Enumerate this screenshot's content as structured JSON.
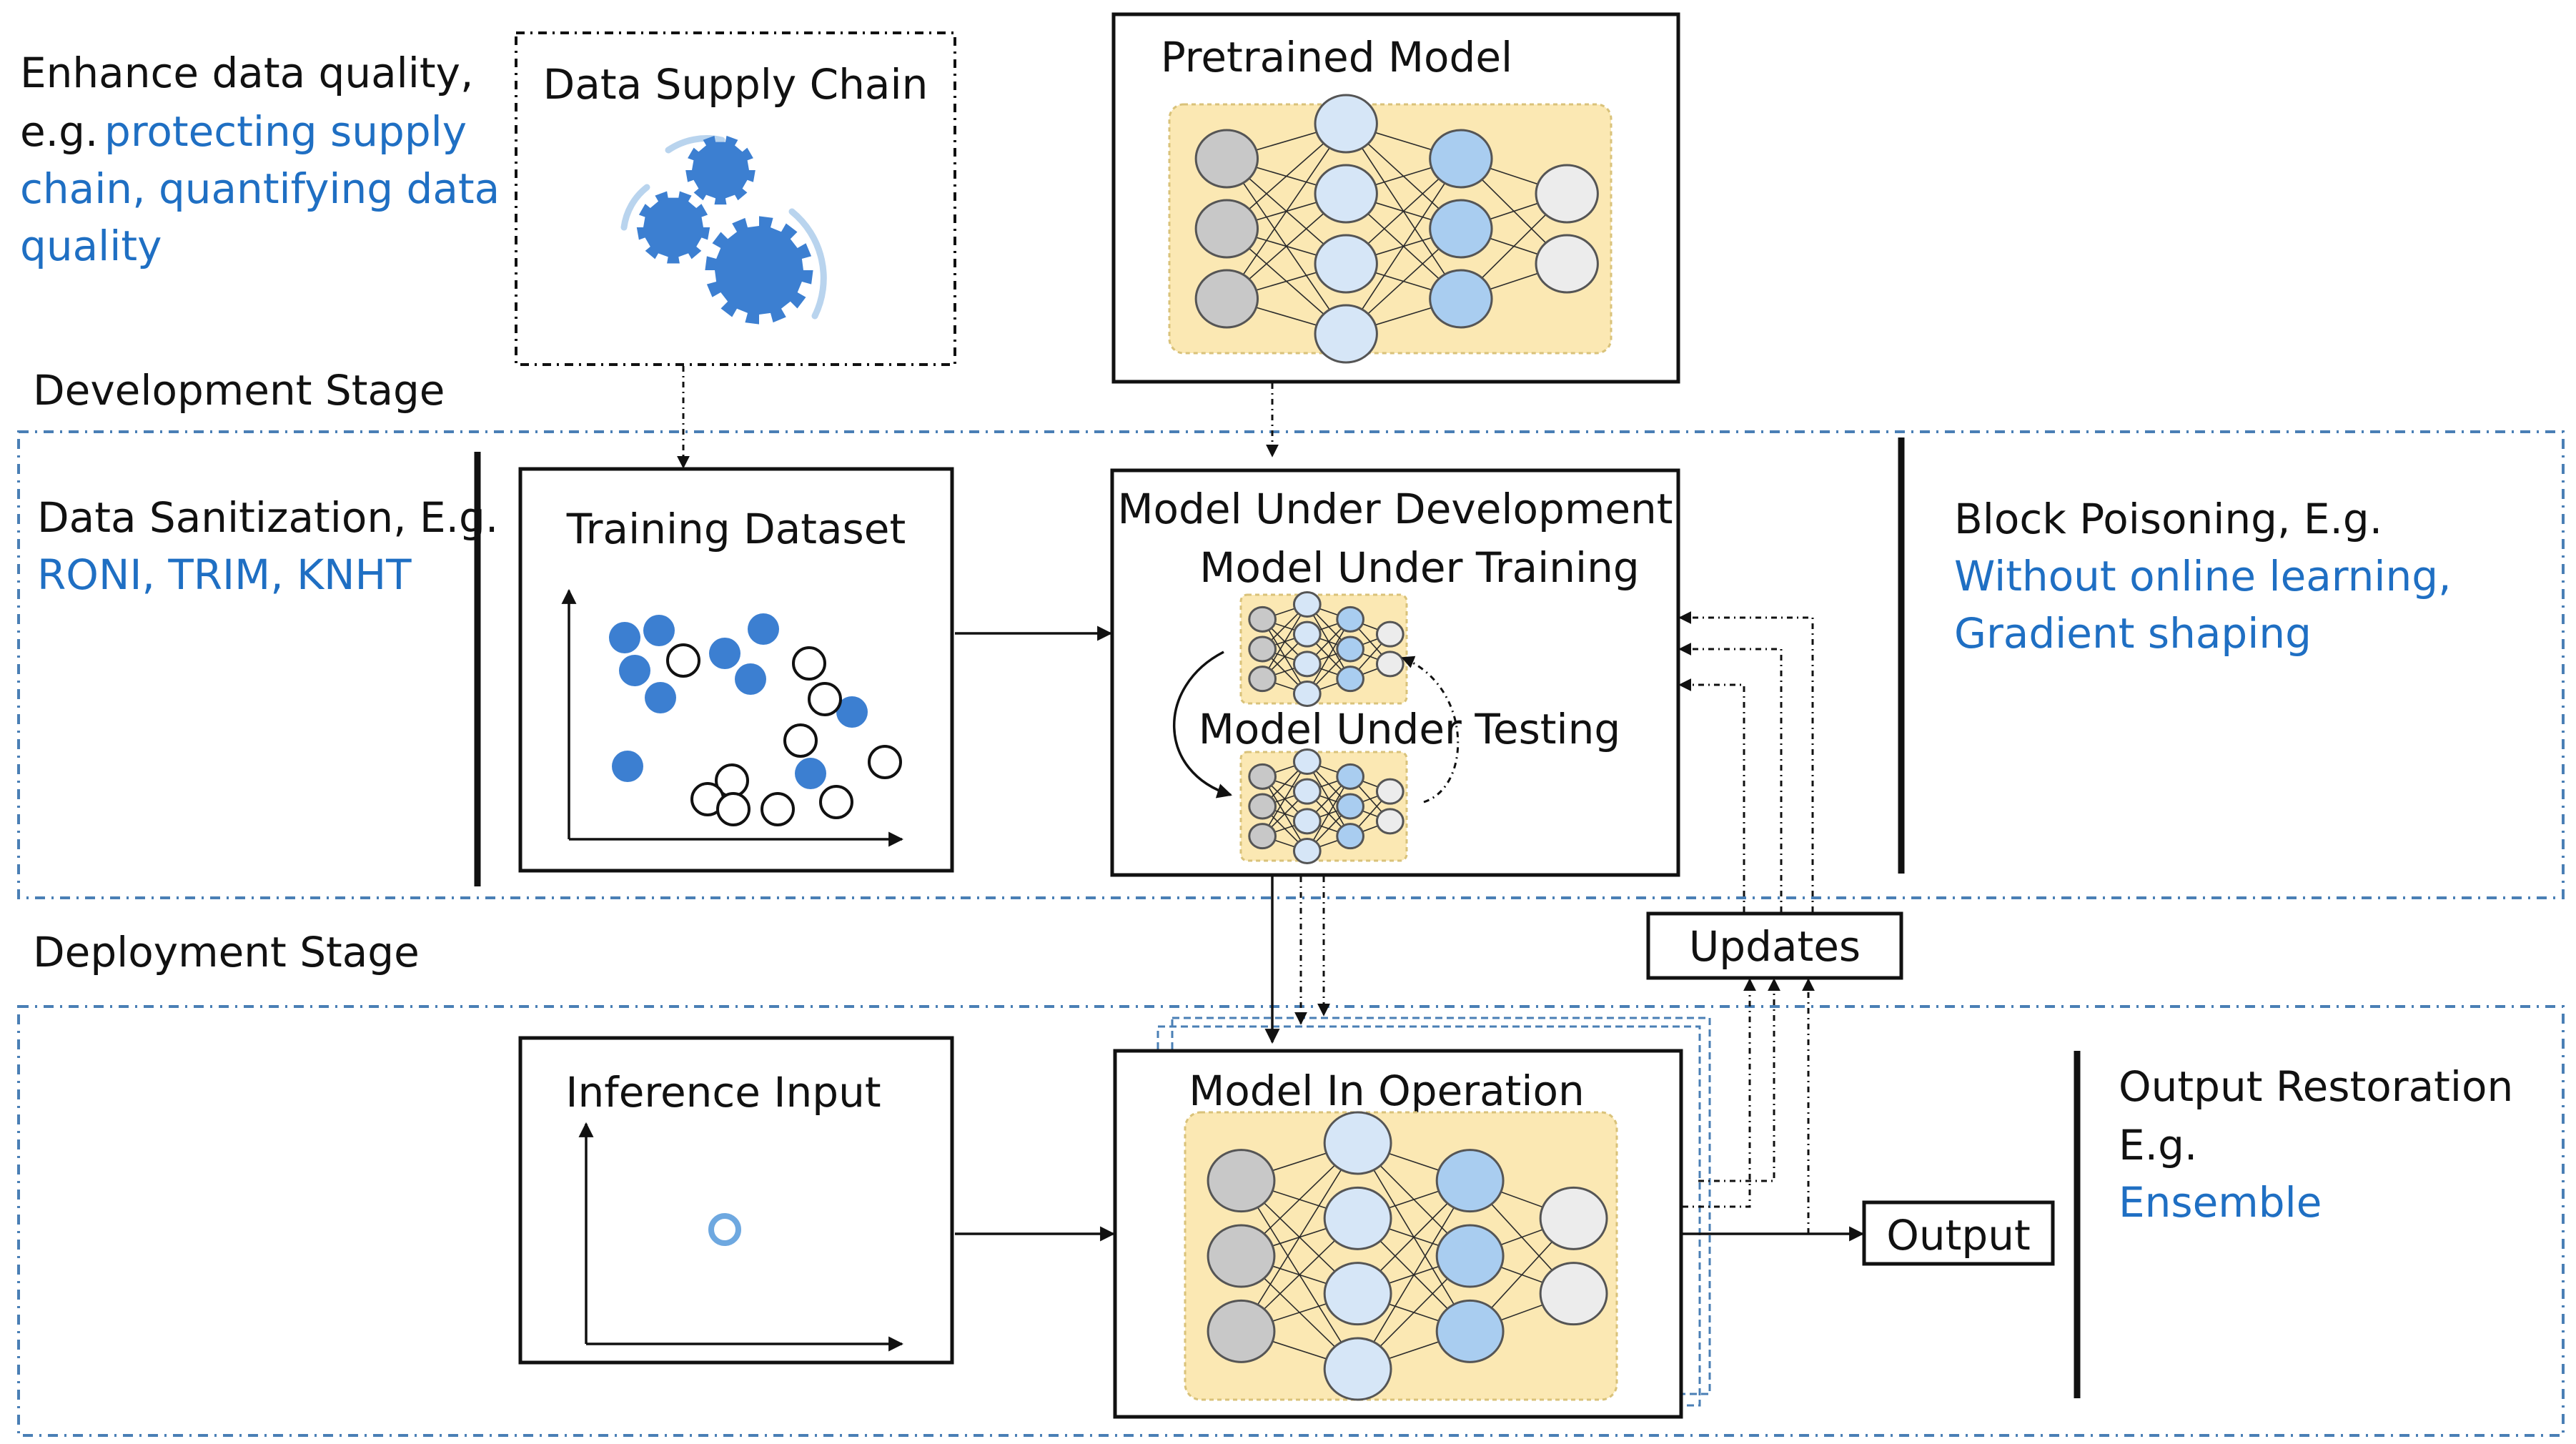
{
  "colors": {
    "text": "#111111",
    "accent_blue": "#1f6fc3",
    "network_bg": "#fbe8b3",
    "stage_border": "#4a7fb5"
  },
  "top_left_note": {
    "line1": "Enhance data quality,",
    "line2_prefix": "e.g.",
    "line2_blue": "protecting supply",
    "line3_blue": "chain, quantifying data",
    "line4_blue": "quality"
  },
  "data_supply_chain": {
    "title": "Data Supply Chain",
    "icon": "gears-icon"
  },
  "pretrained_model": {
    "title": "Pretrained Model"
  },
  "development_stage": {
    "label": "Development Stage"
  },
  "deployment_stage": {
    "label": "Deployment Stage"
  },
  "data_sanitization": {
    "line1": "Data Sanitization, E.g.",
    "line2_blue": "RONI, TRIM, KNHT"
  },
  "training_dataset": {
    "title": "Training Dataset"
  },
  "model_under_development": {
    "title": "Model Under Development",
    "training_label": "Model Under Training",
    "testing_label": "Model Under Testing"
  },
  "block_poisoning": {
    "line1": "Block Poisoning, E.g.",
    "line2_blue": "Without online learning,",
    "line3_blue": "Gradient shaping"
  },
  "updates": {
    "label": "Updates"
  },
  "inference_input": {
    "title": "Inference Input"
  },
  "model_in_operation": {
    "title": "Model In Operation"
  },
  "output": {
    "label": "Output"
  },
  "output_restoration": {
    "line1": "Output Restoration",
    "line2": "E.g.",
    "line3_blue": "Ensemble"
  }
}
